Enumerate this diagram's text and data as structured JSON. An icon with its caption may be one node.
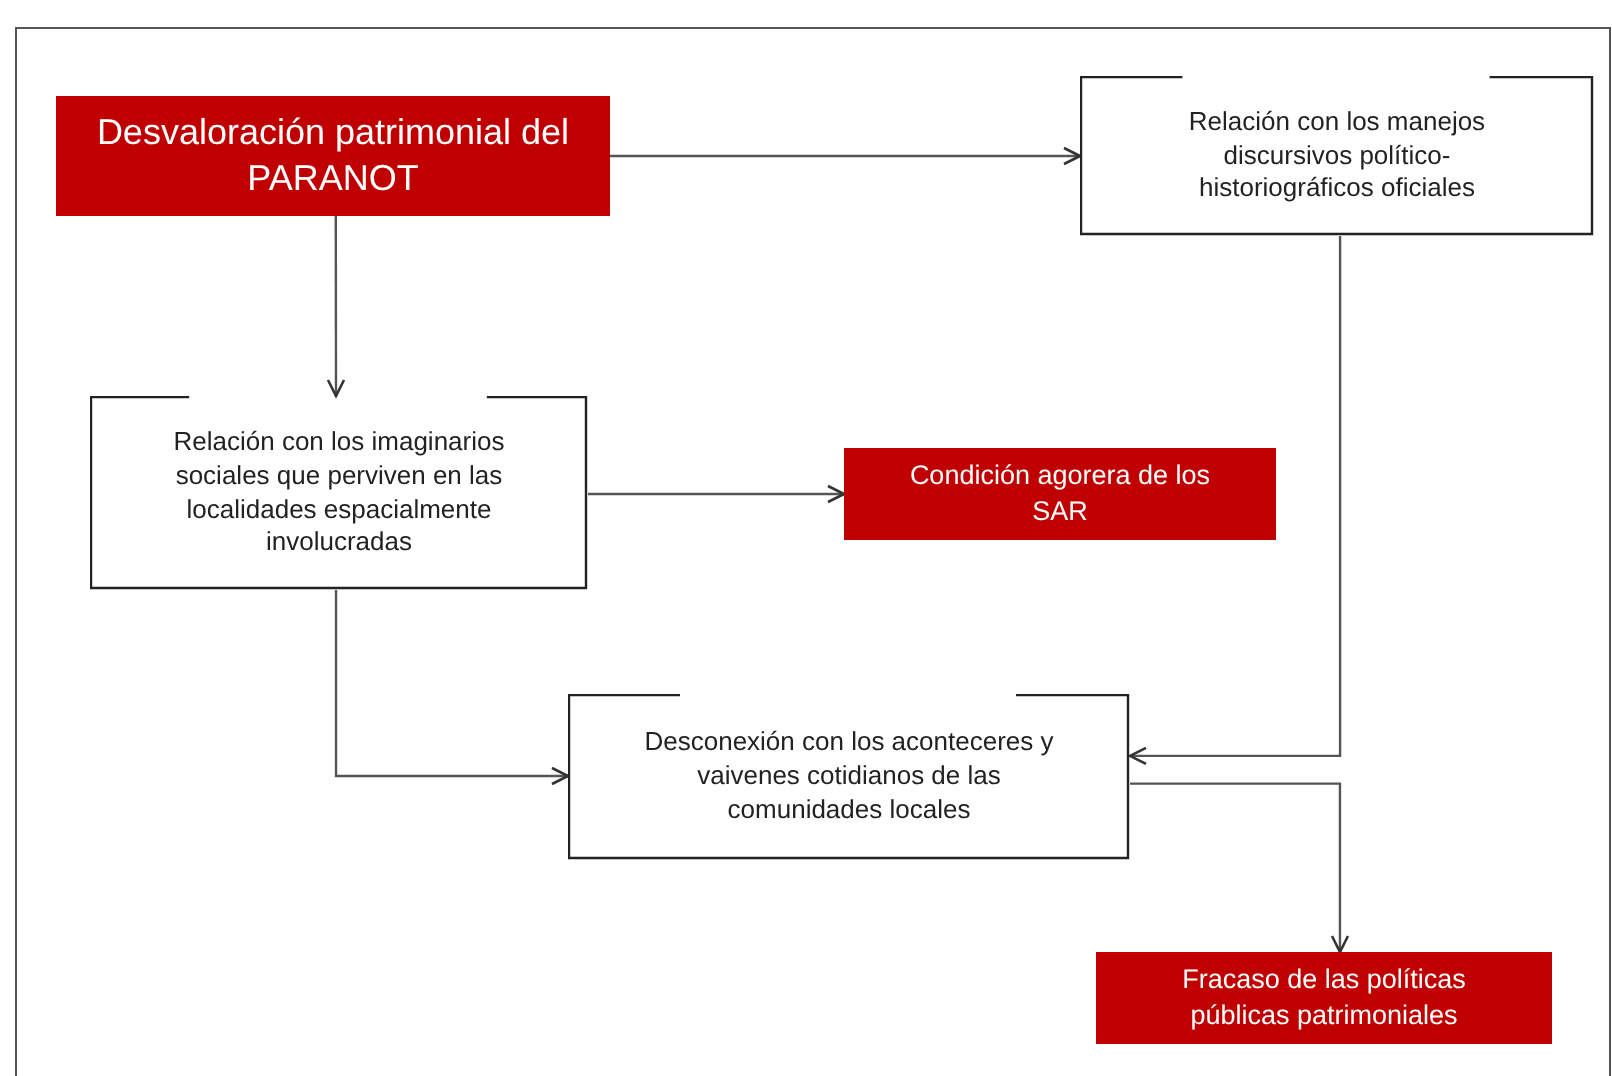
{
  "diagram": {
    "nodes": [
      {
        "text": [
          "Desvaloración patrimonial del PARANOT"
        ]
      },
      {
        "text": [
          "Relación con los manejos discursivos político-historiográficos oficiales"
        ]
      },
      {
        "text": [
          "Relación con los imaginarios sociales que perviven en las localidades espacialmente involucradas"
        ]
      },
      {
        "text": [
          "Condición agorera de los SAR"
        ]
      },
      {
        "text": [
          "Desconexión con los aconteceres y vaivenes cotidianos de las comunidades locales"
        ]
      },
      {
        "text": [
          "Fracaso de las políticas públicas patrimoniales"
        ]
      }
    ],
    "edges": [
      {
        "from": 0,
        "to": 1,
        "arrow": "to"
      },
      {
        "from": 0,
        "to": 2,
        "arrow": "to"
      },
      {
        "from": 2,
        "to": 3,
        "arrow": "to"
      },
      {
        "from": 2,
        "to": 4,
        "arrow": "to"
      },
      {
        "from": 1,
        "to": 4,
        "arrow": "to"
      },
      {
        "from": 4,
        "to": 5,
        "arrow": "to"
      }
    ]
  }
}
